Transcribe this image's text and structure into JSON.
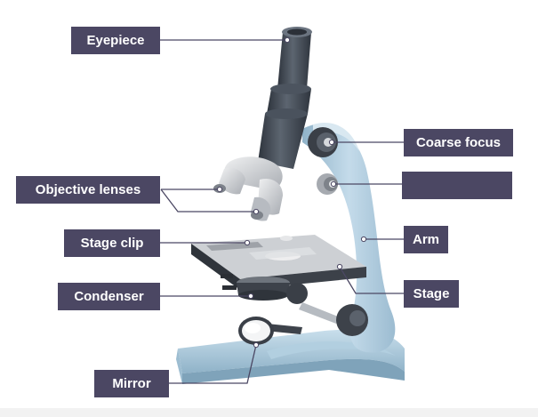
{
  "labels": {
    "eyepiece": "Eyepiece",
    "coarse_focus": "Coarse focus",
    "fine_focus": "",
    "objective_lenses": "Objective lenses",
    "stage_clip": "Stage clip",
    "arm": "Arm",
    "condenser": "Condenser",
    "stage": "Stage",
    "mirror": "Mirror"
  },
  "colors": {
    "label_bg": "#4b4763",
    "label_text": "#ffffff",
    "leader_line": "#4b4763",
    "arm_light": "#bcd6e6",
    "arm_dark": "#8fb2c8",
    "tube_dark": "#3d4450",
    "tube_mid": "#57606c",
    "stage_dark": "#3a3f47",
    "stage_top": "#c9cbcf",
    "metal_light": "#d8dadd"
  }
}
